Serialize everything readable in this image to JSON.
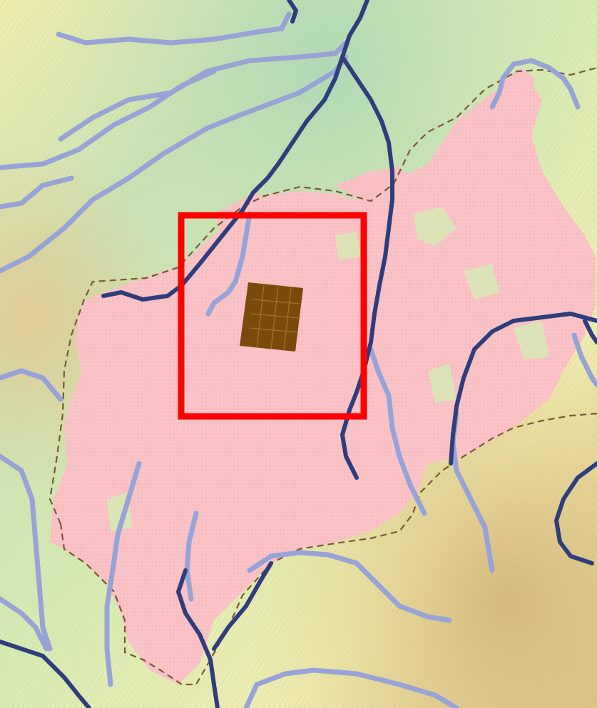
{
  "map": {
    "colors": {
      "terrain_green": "#b9dcb0",
      "terrain_yellow": "#f3efb0",
      "terrain_tan": "#dfc084",
      "urban_pink": "#f9bfc3",
      "core_brown": "#7a4a0b",
      "boundary_brown": "#7a5637",
      "major_river": "#2f3d7c",
      "minor_river": "#97a3d6",
      "highlight_red": "#ff0000"
    },
    "layers": [
      "terrain-relief",
      "urban-extent",
      "city-core",
      "region-boundary",
      "major-rivers",
      "minor-rivers",
      "highlight-box"
    ]
  }
}
